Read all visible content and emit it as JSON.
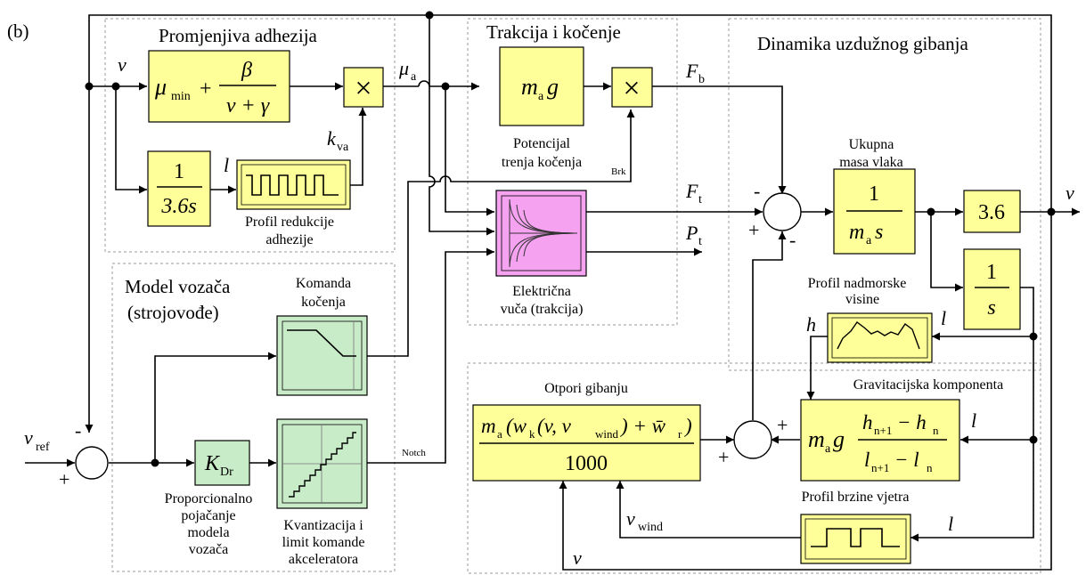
{
  "figure_label": "(b)",
  "colors": {
    "block_yellow": "#FFFF99",
    "block_green": "#C8ECC8",
    "block_pink": "#F5A2F0",
    "line": "#000000",
    "region_border": "#999999"
  },
  "regions": {
    "adhesion": "Promjenjiva adhezija",
    "traction": "Trakcija i kočenje",
    "dynamics": "Dinamika uzdužnog gibanja",
    "driver_line1": "Model vozača",
    "driver_line2": "(strojovođe)"
  },
  "labels": {
    "v": "v",
    "mu_a": "μ",
    "mu_a_sub": "a",
    "k_va": "k",
    "k_va_sub": "va",
    "l": "l",
    "F_b": "F",
    "F_b_sub": "b",
    "F_t": "F",
    "F_t_sub": "t",
    "P_t": "P",
    "P_t_sub": "t",
    "h": "h",
    "v_ref": "v",
    "v_ref_sub": "ref",
    "v_wind": "v",
    "v_wind_sub": "wind",
    "brk": "Brk",
    "notch": "Notch",
    "minus": "-",
    "plus": "+"
  },
  "blocks": {
    "adhesion_formula": {
      "mu_min": "μ",
      "mu_min_sub": "min",
      "plus_sign": "+",
      "numerator": "β",
      "denominator": "v + γ"
    },
    "multiply_symbol": "×",
    "integrator_36s": {
      "num": "1",
      "den": "3.6s"
    },
    "mag": {
      "m": "m",
      "sub": "a",
      "g": "g"
    },
    "total_mass": {
      "num": "1",
      "den_m": "m",
      "den_sub": "a",
      "den_s": "s"
    },
    "gain_36": "3.6",
    "integrator_s": {
      "num": "1",
      "den": "s"
    },
    "kdr": {
      "k": "K",
      "sub": "Dr"
    },
    "resistance_num": "m",
    "resistance_num_sub": "a",
    "resistance_num_rest": "(w",
    "resistance_num_k": "k",
    "resistance_num_args": "(v, v",
    "resistance_num_wind": "wind",
    "resistance_num_tail": ") + w̄",
    "resistance_num_r": "r",
    "resistance_num_close": ")",
    "resistance_den": "1000",
    "gravity": {
      "m": "m",
      "a": "a",
      "g": "g",
      "num_h1": "h",
      "num_h1_sub": "n+1",
      "num_minus": " − h",
      "num_h2_sub": "n",
      "den_l1": "l",
      "den_l1_sub": "n+1",
      "den_minus": " − l",
      "den_l2_sub": "n"
    }
  },
  "captions": {
    "adhesion_profile": [
      "Profil redukcije",
      "adhezije"
    ],
    "friction_potential": [
      "Potencijal",
      "trenja kočenja"
    ],
    "electric_traction": [
      "Električna",
      "vuča (trakcija)"
    ],
    "total_mass": [
      "Ukupna",
      "masa vlaka"
    ],
    "altitude_profile": [
      "Profil nadmorske",
      "visine"
    ],
    "gravity_component": "Gravitacijska komponenta",
    "resistance": "Otpori gibanju",
    "wind_profile": "Profil brzine vjetra",
    "brake_command": [
      "Komanda",
      "kočenja"
    ],
    "proportional": [
      "Proporcionalno",
      "pojačanje",
      "modela",
      "vozača"
    ],
    "quantization": [
      "Kvantizacija i",
      "limit komande",
      "akceleratora"
    ]
  }
}
